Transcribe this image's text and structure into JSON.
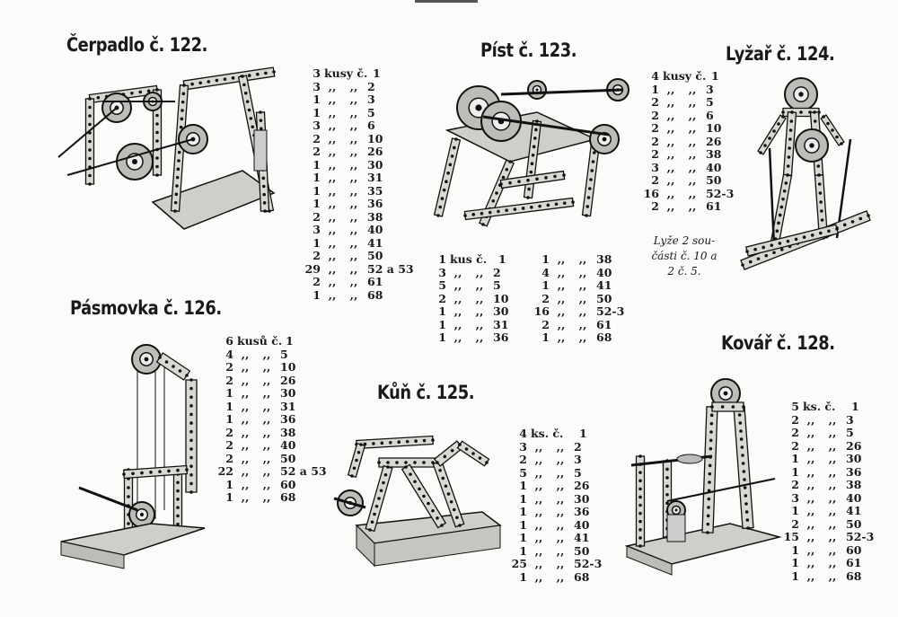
{
  "models": [
    {
      "id": "122",
      "title": "Čerpadlo č. 122.",
      "unit": "kusy č.",
      "ditto": ",,",
      "rows": [
        [
          "3",
          "1"
        ],
        [
          "3",
          "2"
        ],
        [
          "1",
          "3"
        ],
        [
          "1",
          "5"
        ],
        [
          "3",
          "6"
        ],
        [
          "2",
          "10"
        ],
        [
          "2",
          "26"
        ],
        [
          "1",
          "30"
        ],
        [
          "1",
          "31"
        ],
        [
          "1",
          "35"
        ],
        [
          "1",
          "36"
        ],
        [
          "2",
          "38"
        ],
        [
          "3",
          "40"
        ],
        [
          "1",
          "41"
        ],
        [
          "2",
          "50"
        ],
        [
          "29",
          "52 a 53"
        ],
        [
          "2",
          "61"
        ],
        [
          "1",
          "68"
        ]
      ]
    },
    {
      "id": "123",
      "title": "Píst č. 123.",
      "unit": "kus č.",
      "ditto": ",,",
      "rows": [
        [
          "1",
          "1"
        ],
        [
          "3",
          "2"
        ],
        [
          "5",
          "5"
        ],
        [
          "2",
          "10"
        ],
        [
          "1",
          "30"
        ],
        [
          "1",
          "31"
        ],
        [
          "1",
          "36"
        ]
      ],
      "rows2": [
        [
          "1",
          "38"
        ],
        [
          "4",
          "40"
        ],
        [
          "1",
          "41"
        ],
        [
          "2",
          "50"
        ],
        [
          "16",
          "52-3"
        ],
        [
          "2",
          "61"
        ],
        [
          "1",
          "68"
        ]
      ]
    },
    {
      "id": "124",
      "title": "Lyžař č. 124.",
      "unit": "kusy č.",
      "ditto": ",,",
      "rows": [
        [
          "4",
          "1"
        ],
        [
          "1",
          "3"
        ],
        [
          "2",
          "5"
        ],
        [
          "2",
          "6"
        ],
        [
          "2",
          "10"
        ],
        [
          "2",
          "26"
        ],
        [
          "2",
          "38"
        ],
        [
          "3",
          "40"
        ],
        [
          "2",
          "50"
        ],
        [
          "16",
          "52-3"
        ],
        [
          "2",
          "61"
        ]
      ],
      "note": [
        "Lyže 2 sou-",
        "části č. 10 a",
        "2 č. 5."
      ]
    },
    {
      "id": "126",
      "title": "Pásmovka č. 126.",
      "unit": "kusů č.",
      "ditto": ",,",
      "rows": [
        [
          "6",
          "1"
        ],
        [
          "4",
          "5"
        ],
        [
          "2",
          "10"
        ],
        [
          "2",
          "26"
        ],
        [
          "1",
          "30"
        ],
        [
          "1",
          "31"
        ],
        [
          "1",
          "36"
        ],
        [
          "2",
          "38"
        ],
        [
          "2",
          "40"
        ],
        [
          "2",
          "50"
        ],
        [
          "22",
          "52 a 53"
        ],
        [
          "1",
          "60"
        ],
        [
          "1",
          "68"
        ]
      ]
    },
    {
      "id": "125",
      "title": "Kůň č. 125.",
      "unit": "ks. č.",
      "ditto": ",,",
      "rows": [
        [
          "4",
          "1"
        ],
        [
          "3",
          "2"
        ],
        [
          "2",
          "3"
        ],
        [
          "5",
          "5"
        ],
        [
          "1",
          "26"
        ],
        [
          "1",
          "30"
        ],
        [
          "1",
          "36"
        ],
        [
          "1",
          "40"
        ],
        [
          "1",
          "41"
        ],
        [
          "1",
          "50"
        ],
        [
          "25",
          "52-3"
        ],
        [
          "1",
          "68"
        ]
      ]
    },
    {
      "id": "128",
      "title": "Kovář č. 128.",
      "unit": "ks. č.",
      "ditto": ",,",
      "rows": [
        [
          "5",
          "1"
        ],
        [
          "2",
          "3"
        ],
        [
          "2",
          "5"
        ],
        [
          "2",
          "26"
        ],
        [
          "1",
          "30"
        ],
        [
          "1",
          "36"
        ],
        [
          "2",
          "38"
        ],
        [
          "3",
          "40"
        ],
        [
          "1",
          "41"
        ],
        [
          "2",
          "50"
        ],
        [
          "15",
          "52-3"
        ],
        [
          "1",
          "60"
        ],
        [
          "1",
          "61"
        ],
        [
          "1",
          "68"
        ]
      ]
    }
  ]
}
